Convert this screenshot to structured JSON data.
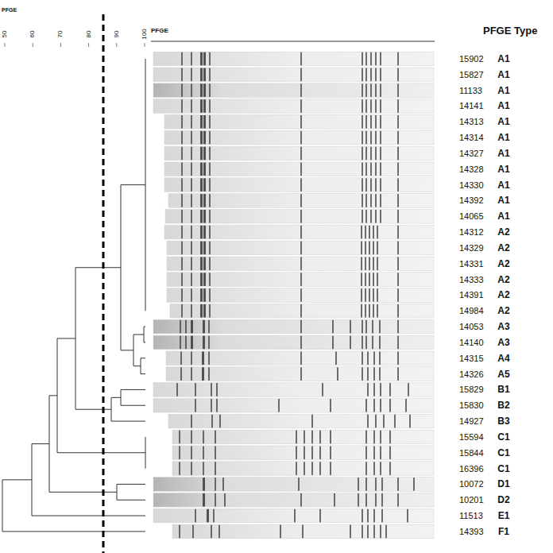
{
  "diagram": {
    "labels": [
      "PFGE",
      "50",
      "60",
      "70",
      "80",
      "90",
      "100",
      "PFGE",
      "PFGE Type",
      "15902",
      "A1",
      "15827",
      "A1",
      "11133",
      "A1",
      "14141",
      "A1",
      "14313",
      "A1",
      "14314",
      "A1",
      "14327",
      "A1",
      "14328",
      "A1",
      "14330",
      "A1",
      "14392",
      "A1",
      "14065",
      "A1",
      "14312",
      "A2",
      "14329",
      "A2",
      "14331",
      "A2",
      "14333",
      "A2",
      "14391",
      "A2",
      "14984",
      "A2",
      "14053",
      "A3",
      "14140",
      "A3",
      "14315",
      "A4",
      "14326",
      "A5",
      "15829",
      "B1",
      "15830",
      "B2",
      "14927",
      "B3",
      "15594",
      "C1",
      "15844",
      "C1",
      "16396",
      "C1",
      "10072",
      "D1",
      "10201",
      "D2",
      "11513",
      "E1",
      "14393",
      "F1"
    ]
  }
}
